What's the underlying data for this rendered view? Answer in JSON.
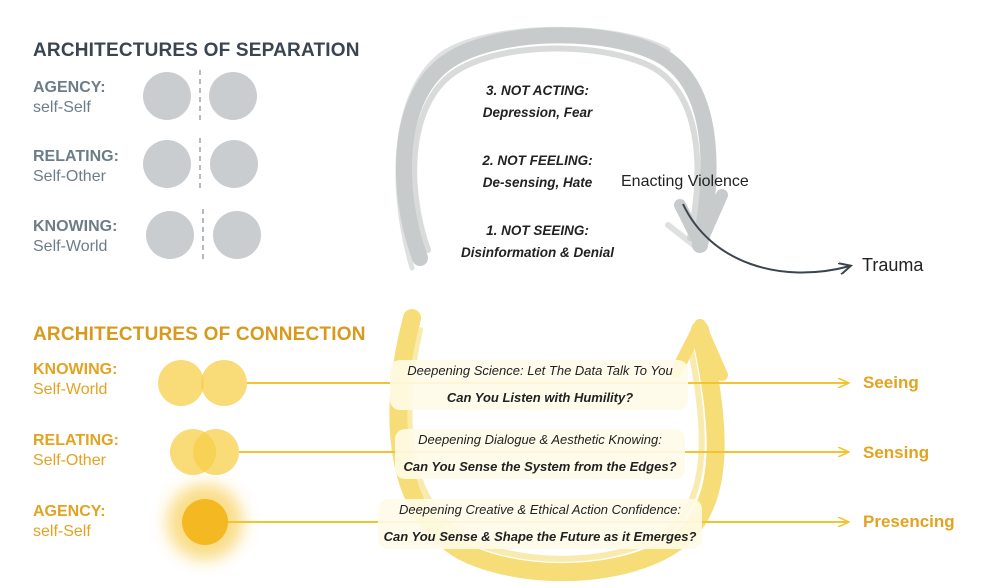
{
  "separation": {
    "title": "ARCHITECTURES OF SEPARATION",
    "rows": [
      {
        "label": "AGENCY:",
        "sub": "self-Self"
      },
      {
        "label": "RELATING:",
        "sub": "Self-Other"
      },
      {
        "label": "KNOWING:",
        "sub": "Self-World"
      }
    ],
    "stages": [
      {
        "title": "3. NOT ACTING:",
        "desc": "Depression, Fear"
      },
      {
        "title": "2. NOT FEELING:",
        "desc": "De-sensing, Hate"
      },
      {
        "title": "1. NOT SEEING:",
        "desc": "Disinformation & Denial"
      }
    ],
    "enacting": "Enacting Violence",
    "outcome": "Trauma"
  },
  "connection": {
    "title": "ARCHITECTURES OF CONNECTION",
    "rows": [
      {
        "label": "KNOWING:",
        "sub": "Self-World",
        "top": "Deepening Science: Let The Data Talk To You",
        "bottom": "Can You Listen with Humility?",
        "outcome": "Seeing"
      },
      {
        "label": "RELATING:",
        "sub": "Self-Other",
        "top": "Deepening Dialogue & Aesthetic Knowing:",
        "bottom": "Can You Sense the System from the Edges?",
        "outcome": "Sensing"
      },
      {
        "label": "AGENCY:",
        "sub": "self-Self",
        "top": "Deepening Creative & Ethical Action Confidence:",
        "bottom": "Can You Sense & Shape the Future as it Emerges?",
        "outcome": "Presencing"
      }
    ]
  },
  "colors": {
    "gray_circle": "#c9cdd0",
    "gray_stroke": "#c3c6c6",
    "gold": "#f4c430",
    "gold_text": "#e3a321",
    "dark": "#3a4550"
  }
}
